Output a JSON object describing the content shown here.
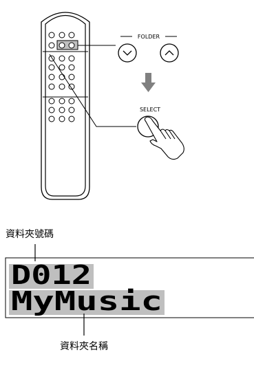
{
  "remote": {
    "folder_label": "FOLDER",
    "select_label": "SELECT"
  },
  "display": {
    "folder_number_caption": "資料夾號碼",
    "folder_number": "D012",
    "folder_name": "MyMusic",
    "folder_name_caption": "資料夾名稱"
  },
  "colors": {
    "highlight_fill": "#bfbfbf",
    "outline": "#000000",
    "arrow": "#808080"
  }
}
